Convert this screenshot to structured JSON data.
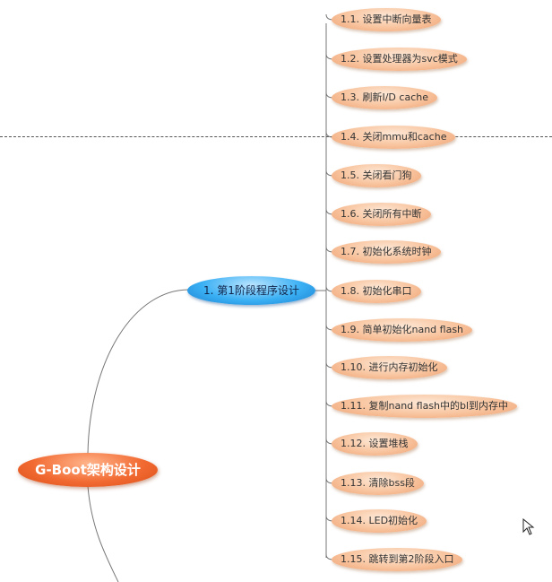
{
  "root": {
    "label": "G-Boot架构设计"
  },
  "stage": {
    "label": "1. 第1阶段程序设计"
  },
  "items": [
    {
      "label": "1.1. 设置中断向量表"
    },
    {
      "label": "1.2. 设置处理器为svc模式"
    },
    {
      "label": "1.3. 刷新I/D cache"
    },
    {
      "label": "1.4. 关闭mmu和cache"
    },
    {
      "label": "1.5. 关闭看门狗"
    },
    {
      "label": "1.6. 关闭所有中断"
    },
    {
      "label": "1.7. 初始化系统时钟"
    },
    {
      "label": "1.8. 初始化串口"
    },
    {
      "label": "1.9. 简单初始化nand flash"
    },
    {
      "label": "1.10. 进行内存初始化"
    },
    {
      "label": "1.11. 复制nand flash中的bl到内存中"
    },
    {
      "label": "1.12. 设置堆栈"
    },
    {
      "label": "1.13. 清除bss段"
    },
    {
      "label": "1.14. LED初始化"
    },
    {
      "label": "1.15. 跳转到第2阶段入口"
    }
  ]
}
